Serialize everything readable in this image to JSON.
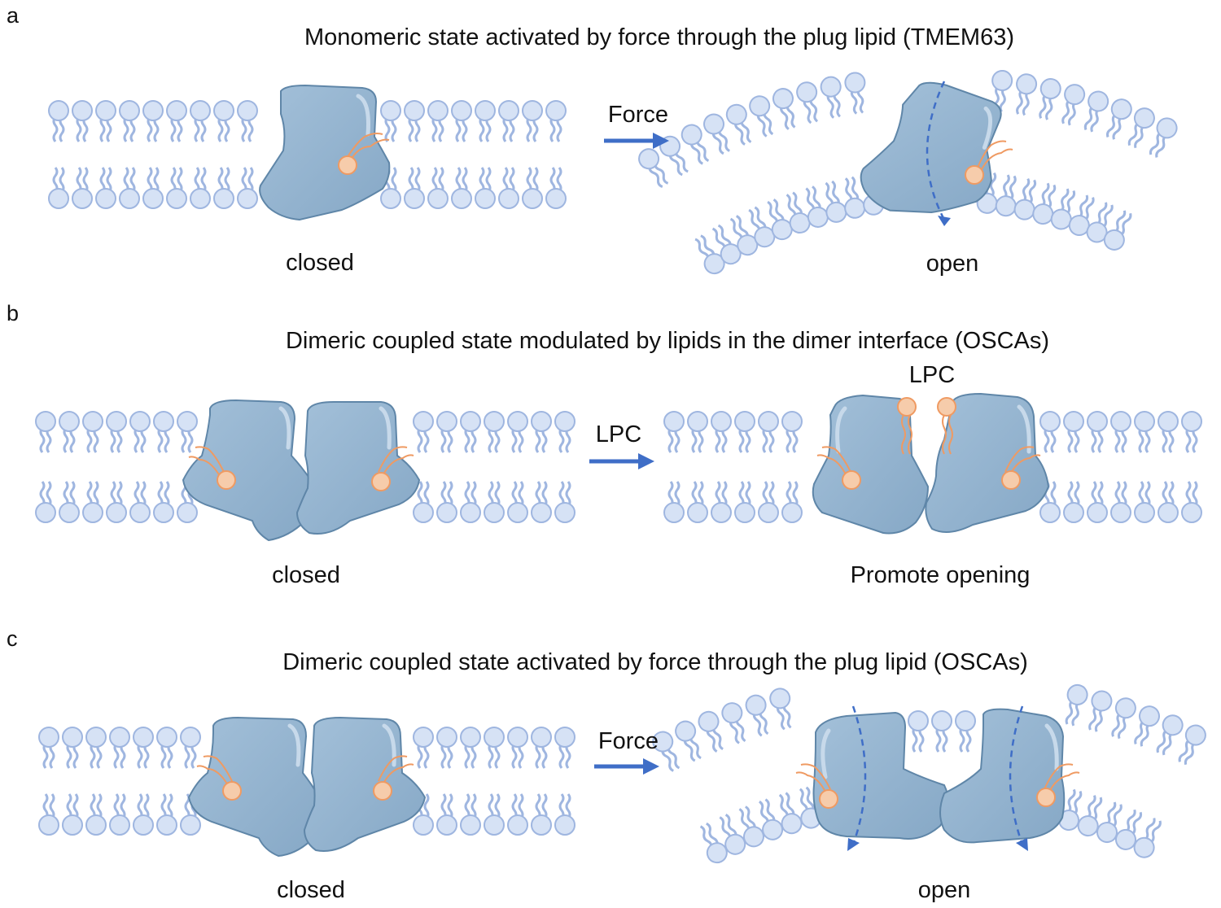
{
  "panels": [
    {
      "letter": "a",
      "title": "Monomeric state activated by force through the plug lipid (TMEM63)",
      "arrow_label": "Force",
      "left_state": "closed",
      "right_state": "open"
    },
    {
      "letter": "b",
      "title": "Dimeric coupled state modulated by lipids in the dimer interface (OSCAs)",
      "arrow_label": "LPC",
      "left_state": "closed",
      "right_state": "Promote opening",
      "lipid_label": "LPC"
    },
    {
      "letter": "c",
      "title": "Dimeric coupled state activated by force through the plug lipid (OSCAs)",
      "arrow_label": "Force",
      "left_state": "closed",
      "right_state": "open"
    }
  ],
  "colors": {
    "lipid_head": "#cfdcf2",
    "lipid_stroke": "#9fb6e0",
    "protein_fill": "#8fb0cc",
    "protein_stroke": "#5f86a8",
    "plug_lipid": "#f6ccab",
    "plug_lipid_stroke": "#ef9a62",
    "arrow": "#3f6ec7",
    "text": "#111111"
  }
}
